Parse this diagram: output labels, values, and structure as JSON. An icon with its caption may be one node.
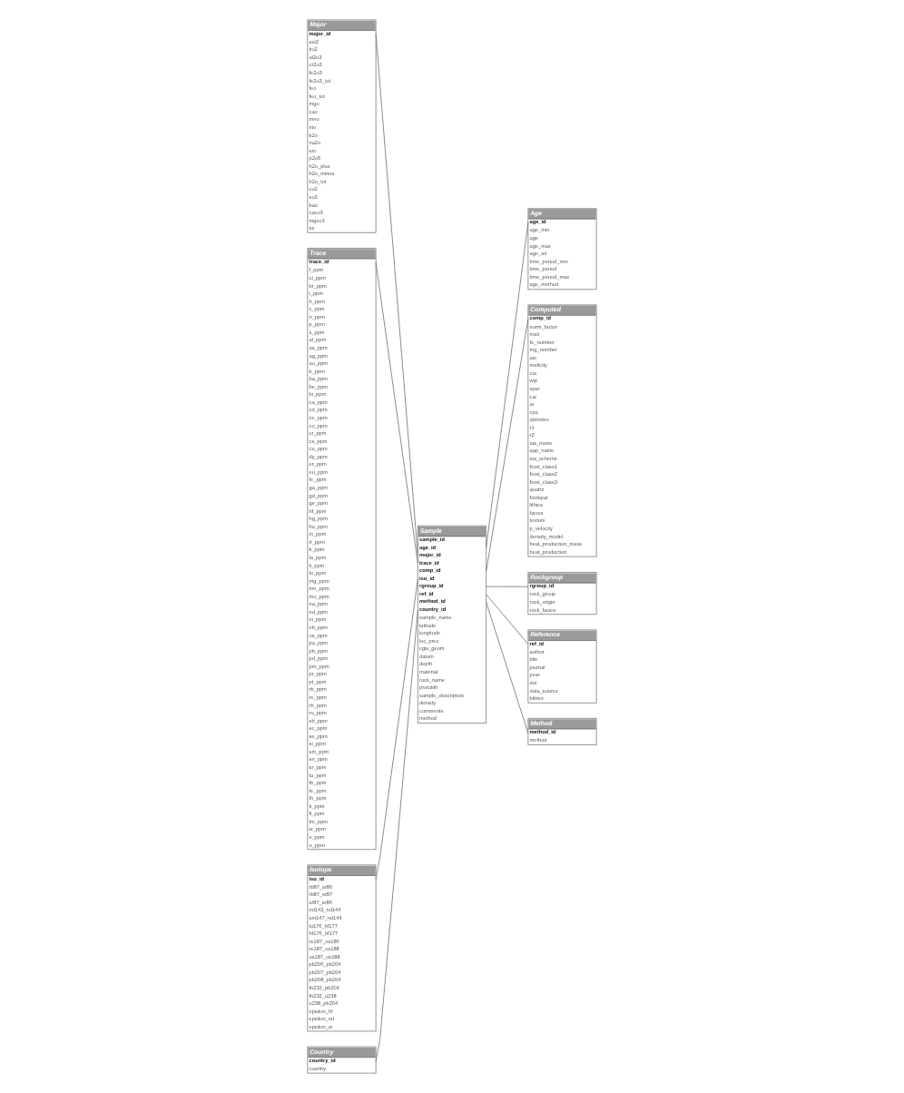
{
  "diagram": {
    "nodes": [
      {
        "text": [
          "Trace",
          "trace_id",
          "f_ppm",
          "cl_ppm",
          "br_ppm",
          "i_ppm",
          "h_ppm",
          "c_ppm",
          "n_ppm",
          "p_ppm",
          "s_ppm",
          "al_ppm",
          "as_ppm",
          "ag_ppm",
          "au_ppm",
          "b_ppm",
          "ba_ppm",
          "be_ppm",
          "bi_ppm",
          "ca_ppm",
          "cd_ppm",
          "ce_ppm",
          "co_ppm",
          "cr_ppm",
          "cs_ppm",
          "cu_ppm",
          "dy_ppm",
          "er_ppm",
          "eu_ppm",
          "fe_ppm",
          "ga_ppm",
          "gd_ppm",
          "ge_ppm",
          "hf_ppm",
          "hg_ppm",
          "ho_ppm",
          "in_ppm",
          "ir_ppm",
          "k_ppm",
          "la_ppm",
          "li_ppm",
          "lu_ppm",
          "mg_ppm",
          "mn_ppm",
          "mo_ppm",
          "na_ppm",
          "nd_ppm",
          "ni_ppm",
          "nb_ppm",
          "os_ppm",
          "pa_ppm",
          "pb_ppm",
          "pd_ppm",
          "pm_ppm",
          "pr_ppm",
          "pt_ppm",
          "rb_ppm",
          "re_ppm",
          "rh_ppm",
          "ru_ppm",
          "sb_ppm",
          "sc_ppm",
          "se_ppm",
          "si_ppm",
          "sm_ppm",
          "sn_ppm",
          "sr_ppm",
          "ta_ppm",
          "tb_ppm",
          "te_ppm",
          "th_ppm",
          "ti_ppm",
          "tl_ppm",
          "tm_ppm",
          "w_ppm",
          "v_ppm",
          "u_ppm"
        ]
      },
      {
        "text": [
          "Major",
          "major_id",
          "sio2",
          "tio2",
          "al2o3",
          "cr2o3",
          "fe2o3",
          "fe2o3_tot",
          "feo",
          "feo_tot",
          "mgo",
          "cao",
          "mno",
          "nio",
          "k2o",
          "na2o",
          "sro",
          "p2o5",
          "h2o_plus",
          "h2o_minus",
          "h2o_tot",
          "co2",
          "so3",
          "bao",
          "caco3",
          "mgco3",
          "loi"
        ]
      },
      {
        "text": [
          "Isotope",
          "iso_id",
          "rb87_sr86",
          "rb87_sr87",
          "sr87_sr86",
          "nd143_nd144",
          "sm147_nd144",
          "lu176_hf177",
          "hf176_hf177",
          "re187_os186",
          "re187_os188",
          "os187_os188",
          "pb206_pb204",
          "pb207_pb204",
          "pb208_pb204",
          "th232_pb204",
          "th232_u238",
          "u238_pb204",
          "epsilon_hf",
          "epsilon_nd",
          "epsilon_sr"
        ]
      },
      {
        "text": [
          "Country",
          "country_id",
          "country"
        ]
      },
      {
        "text": [
          "Sample",
          "sample_id",
          "age_id",
          "major_id",
          "trace_id",
          "comp_id",
          "iso_id",
          "rgroup_id",
          "ref_id",
          "method_id",
          "country_id",
          "sample_name",
          "latitude",
          "longitude",
          "loc_prec",
          "cgis_geom",
          "datum",
          "depth",
          "material",
          "rock_name",
          "protolith",
          "sample_description",
          "density",
          "comments",
          "method"
        ]
      },
      {
        "text": [
          "Computed",
          "comp_id",
          "norm_factor",
          "mali",
          "fe_number",
          "mg_number",
          "asi",
          "maficity",
          "cia",
          "wip",
          "spar",
          "cai",
          "ai",
          "cpa",
          "qtzindex",
          "r1",
          "r2",
          "tas_name",
          "qap_name",
          "sia_scheme",
          "frost_class1",
          "frost_class2",
          "frost_class3",
          "quartz",
          "feldspar",
          "lithics",
          "facies",
          "texture",
          "p_velocity",
          "density_model",
          "heat_production_mass",
          "heat_production"
        ]
      },
      {
        "text": [
          "Age",
          "age_id",
          "age_min",
          "age",
          "age_max",
          "age_sd",
          "time_period_min",
          "time_period",
          "time_period_max",
          "age_method"
        ]
      },
      {
        "text": [
          "Rockgroup",
          "rgroup_id",
          "rock_group",
          "rock_origin",
          "rock_facies"
        ]
      },
      {
        "text": [
          "Reference",
          "ref_id",
          "author",
          "title",
          "journal",
          "year",
          "doi",
          "data_source",
          "bibtex"
        ]
      },
      {
        "text": [
          "Method",
          "method_id",
          "method"
        ]
      }
    ],
    "edges": [
      {
        "from": 0,
        "to": 4,
        "arrow": "none"
      },
      {
        "from": 1,
        "to": 4,
        "arrow": "none"
      },
      {
        "from": 2,
        "to": 4,
        "arrow": "none"
      },
      {
        "from": 3,
        "to": 4,
        "arrow": "none"
      },
      {
        "from": 4,
        "to": 5,
        "arrow": "none"
      },
      {
        "from": 4,
        "to": 6,
        "arrow": "none"
      },
      {
        "from": 4,
        "to": 7,
        "arrow": "none"
      },
      {
        "from": 4,
        "to": 8,
        "arrow": "none"
      },
      {
        "from": 4,
        "to": 9,
        "arrow": "none"
      }
    ]
  }
}
